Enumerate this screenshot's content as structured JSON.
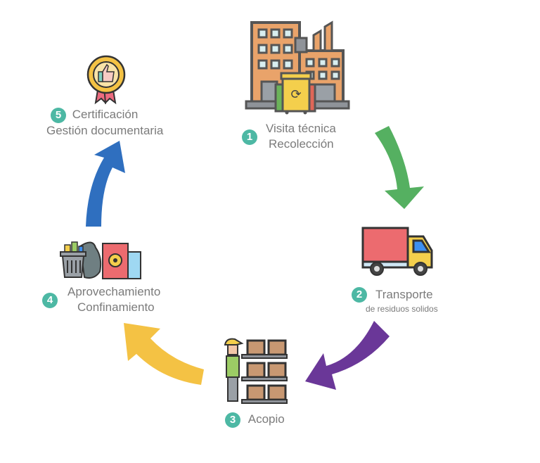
{
  "steps": [
    {
      "number": "1",
      "line1": "Visita técnica",
      "line2": "Recolección",
      "icon": "building-recycle-bins-icon"
    },
    {
      "number": "2",
      "line1": "Transporte",
      "line2": "de residuos  solidos",
      "icon": "truck-icon"
    },
    {
      "number": "3",
      "line1": "Acopio",
      "icon": "warehouse-worker-shelves-icon"
    },
    {
      "number": "4",
      "line1": "Aprovechamiento",
      "line2": "Confinamiento",
      "icon": "trash-and-hazard-barrel-icon"
    },
    {
      "number": "5",
      "line1": "Certificación",
      "line2": "Gestión documentaria",
      "icon": "certificate-badge-icon"
    }
  ],
  "colors": {
    "badge": "#4db8a4",
    "arrow_1_to_2": "#55b061",
    "arrow_2_to_3": "#6a3798",
    "arrow_3_to_4": "#f4c244",
    "arrow_4_to_5": "#2f6fbf",
    "text": "#7b7b7b"
  }
}
